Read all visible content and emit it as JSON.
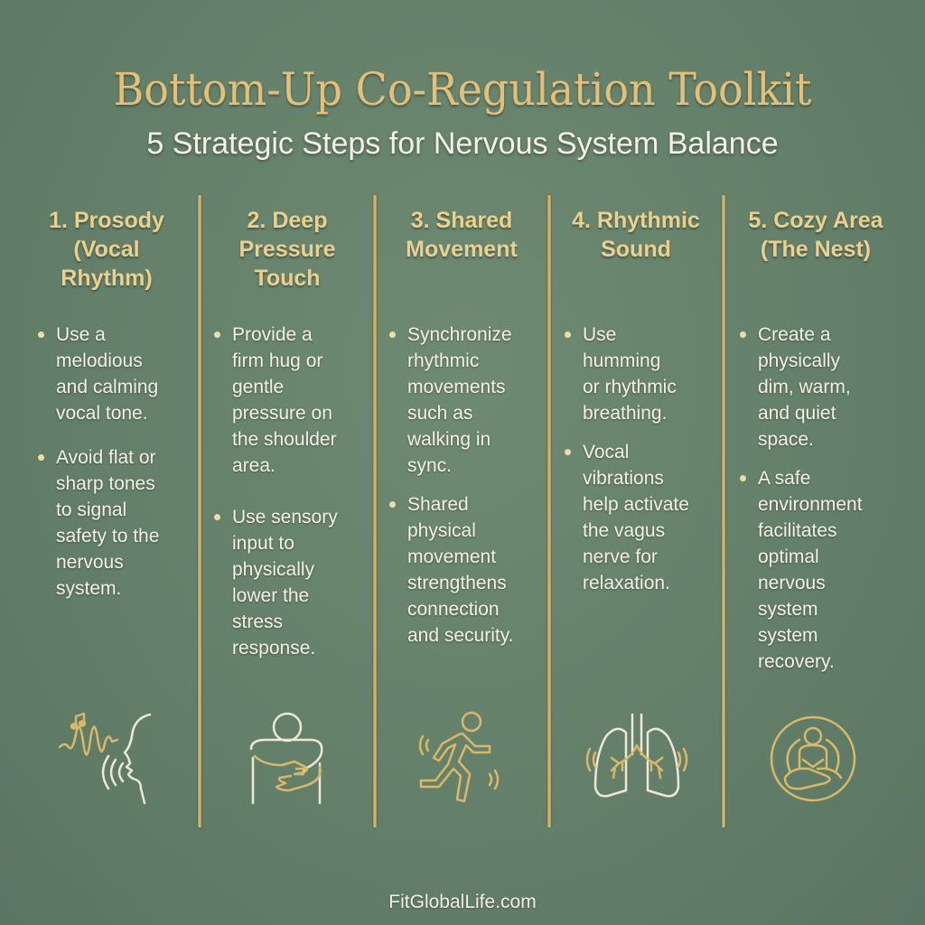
{
  "header": {
    "title": "Bottom-Up Co-Regulation Toolkit",
    "subtitle": "5 Strategic Steps for Nervous System Balance"
  },
  "colors": {
    "background": "#64806a",
    "gold": "#e2c07a",
    "text": "#f4f1e6"
  },
  "columns": [
    {
      "title": "1. Prosody\n(Vocal\nRhythm)",
      "icon": "speaking-voice-icon",
      "bullets": [
        "Use a\nmelodious\nand calming\nvocal tone.",
        "Avoid flat or\nsharp tones\nto signal\nsafety to the\nnervous\nsystem."
      ]
    },
    {
      "title": "2. Deep\nPressure\nTouch",
      "icon": "self-hug-icon",
      "bullets": [
        "Provide a\nfirm hug or\ngentle\npressure on\nthe shoulder\narea.",
        "Use sensory\ninput to\nphysically\nlower the\nstress\nresponse."
      ]
    },
    {
      "title": "3. Shared\nMovement",
      "icon": "running-person-icon",
      "bullets": [
        "Synchronize\nrhythmic\nmovements\nsuch as\nwalking in\nsync.",
        "Shared\nphysical\nmovement\nstrengthens\nconnection\nand security."
      ]
    },
    {
      "title": "4. Rhythmic\nSound",
      "icon": "lungs-icon",
      "bullets": [
        "Use\nhumming\nor rhythmic\nbreathing.",
        "Vocal\nvibrations\nhelp activate\nthe vagus\nnerve for\nrelaxation."
      ]
    },
    {
      "title": "5. Cozy Area\n(The Nest)",
      "icon": "meditation-circle-icon",
      "bullets": [
        "Create a\nphysically\ndim, warm,\nand quiet\nspace.",
        "A safe\nenvironment\nfacilitates\noptimal\nnervous\nsystem\nsystem\nrecovery."
      ]
    }
  ],
  "footer": {
    "website": "FitGlobalLife.com"
  }
}
